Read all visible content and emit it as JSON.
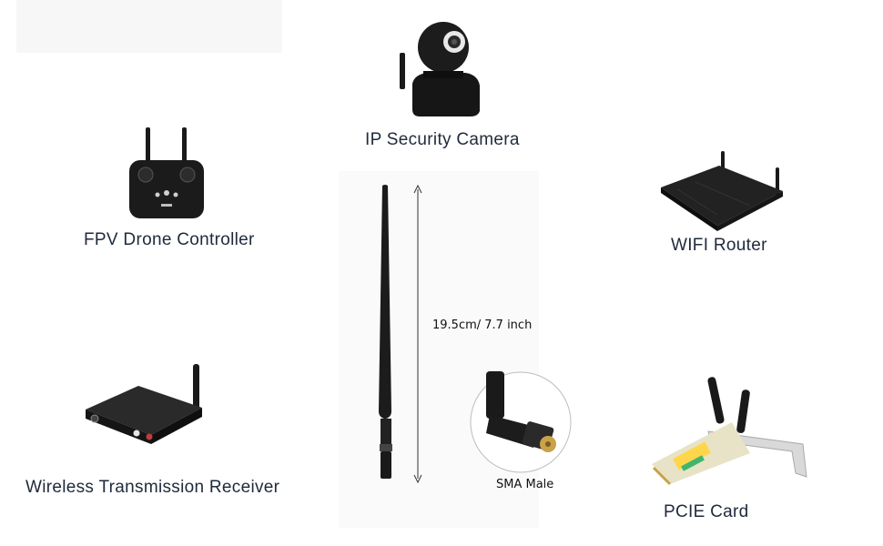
{
  "products": {
    "ip_camera": {
      "label": "IP Security Camera",
      "icon": "ip-camera-icon"
    },
    "drone_controller": {
      "label": "FPV Drone Controller",
      "icon": "drone-controller-icon"
    },
    "wifi_router": {
      "label": "WIFI Router",
      "icon": "wifi-router-icon"
    },
    "wireless_receiver": {
      "label": "Wireless Transmission Receiver",
      "icon": "wireless-receiver-icon"
    },
    "pcie_card": {
      "label": "PCIE Card",
      "icon": "pcie-card-icon"
    }
  },
  "antenna": {
    "dimension_label": "19.5cm/ 7.7 inch",
    "connector_label": "SMA Male",
    "icon": "antenna-icon"
  },
  "colors": {
    "device_black": "#1a1a1a",
    "label_text": "#1f2a3c",
    "connector_gold": "#c9a24a"
  }
}
